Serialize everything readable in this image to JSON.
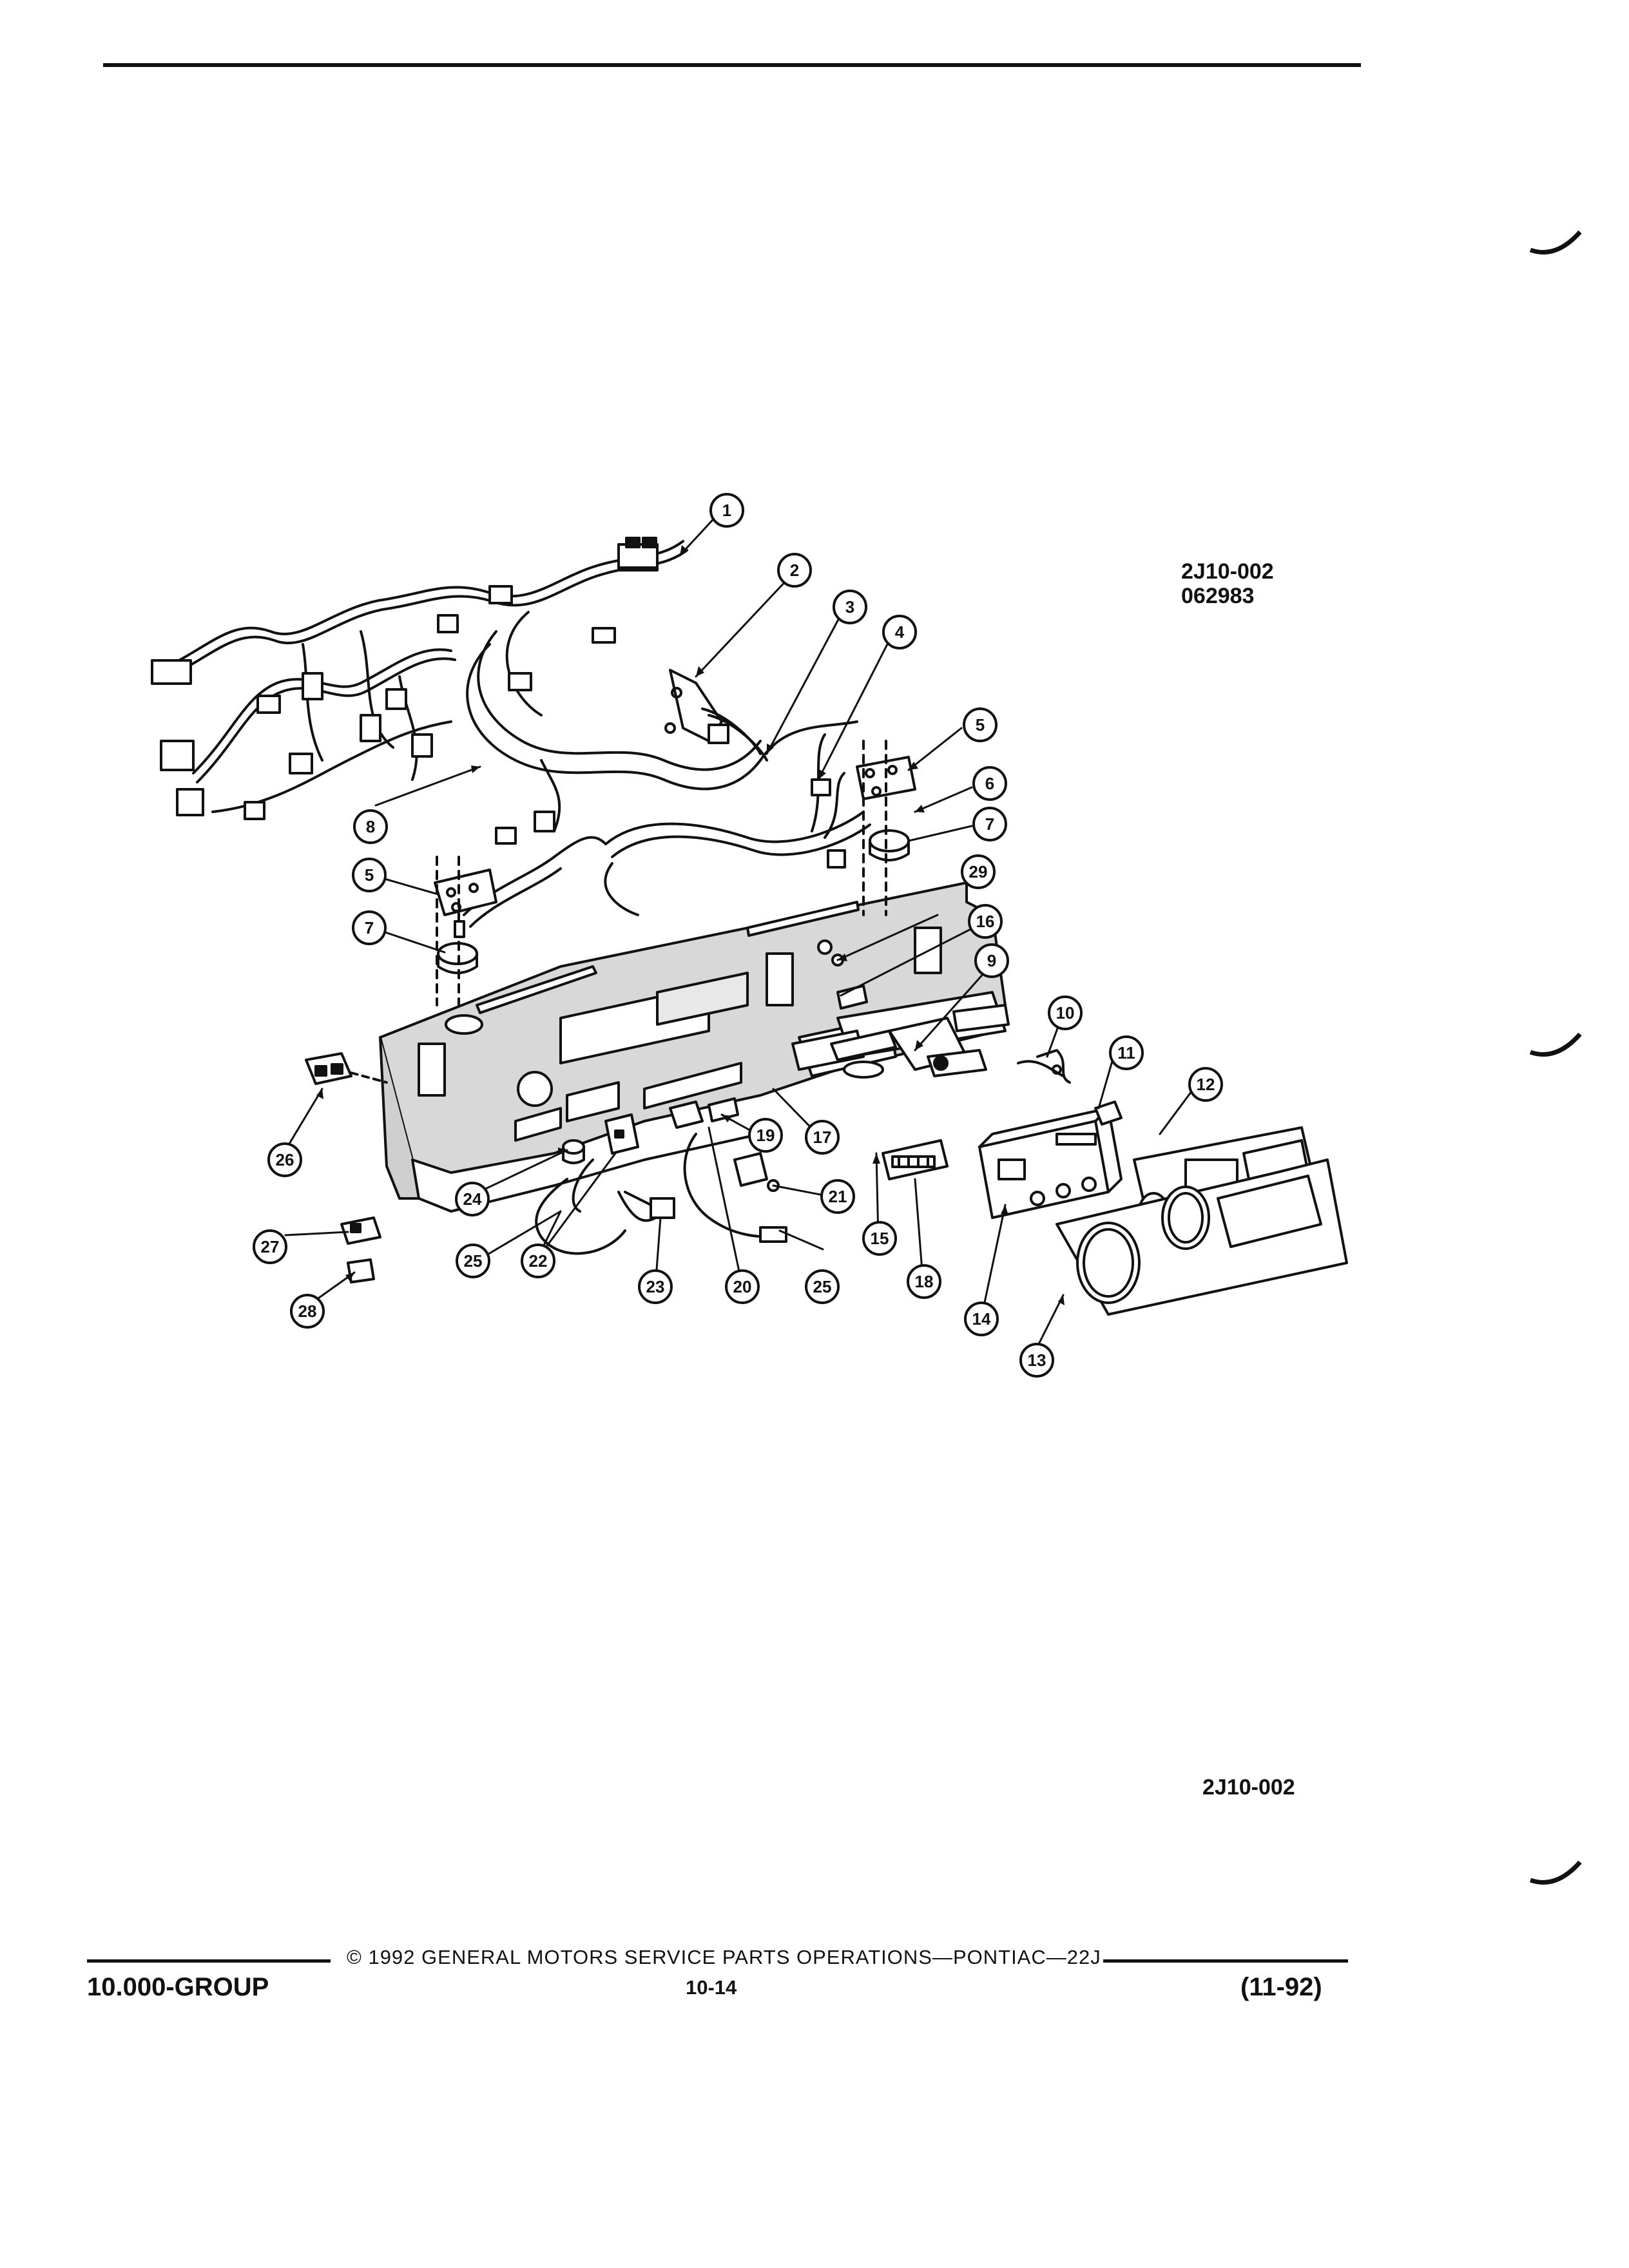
{
  "figure": {
    "code": "2J10-002",
    "number": "062983",
    "code_bottom": "2J10-002"
  },
  "callouts": [
    "1",
    "2",
    "3",
    "4",
    "5",
    "6",
    "7",
    "8",
    "5",
    "7",
    "29",
    "16",
    "9",
    "10",
    "11",
    "12",
    "26",
    "24",
    "19",
    "17",
    "21",
    "15",
    "27",
    "22",
    "25",
    "23",
    "20",
    "25",
    "18",
    "14",
    "28",
    "13"
  ],
  "footer": {
    "copyright": "© 1992 GENERAL MOTORS SERVICE PARTS OPERATIONS—PONTIAC—22J",
    "group": "10.000-GROUP",
    "page": "10-14",
    "date": "(11-92)"
  },
  "colors": {
    "ink": "#111111",
    "paper": "#ffffff",
    "panel": "#d8d8d8"
  }
}
